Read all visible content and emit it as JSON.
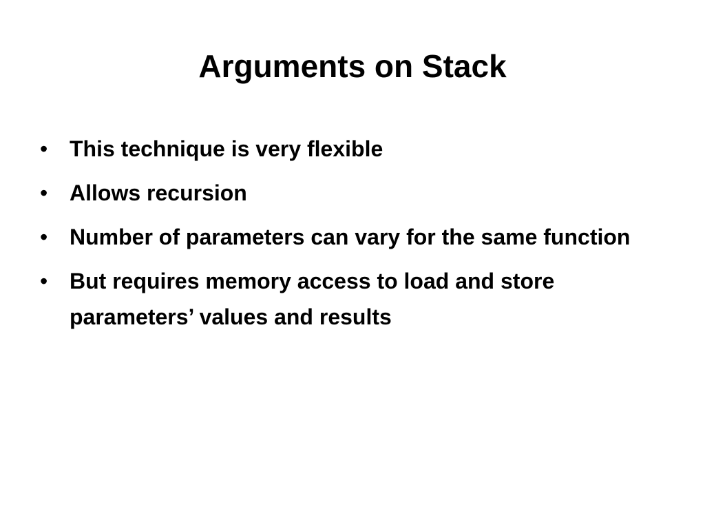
{
  "slide": {
    "title": "Arguments on Stack",
    "bullet_symbol": "•",
    "bullets": [
      "This technique is very flexible",
      "Allows recursion",
      "Number of parameters can vary for the same function",
      "But requires memory access to load and store parameters’ values and results"
    ]
  }
}
